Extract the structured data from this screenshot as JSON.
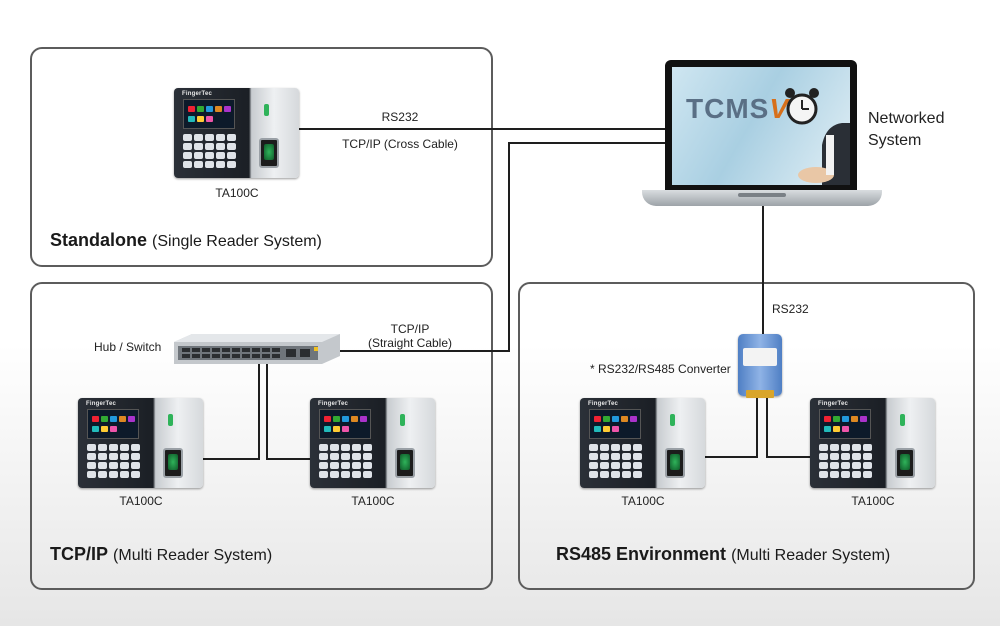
{
  "laptop": {
    "label_line1": "Networked",
    "label_line2": "System",
    "screen_logo": "TCMS",
    "screen_logo_version": "V3"
  },
  "panels": {
    "standalone": {
      "title_bold": "Standalone",
      "title_sub": "(Single Reader System)",
      "device_label": "TA100C",
      "link_label_1": "RS232",
      "link_label_2": "TCP/IP (Cross Cable)"
    },
    "tcpip": {
      "title_bold": "TCP/IP",
      "title_sub": "(Multi Reader System)",
      "hub_label": "Hub / Switch",
      "link_label_1": "TCP/IP",
      "link_label_2": "(Straight Cable)",
      "device_left_label": "TA100C",
      "device_right_label": "TA100C"
    },
    "rs485": {
      "title_bold": "RS485 Environment",
      "title_sub": "(Multi Reader System)",
      "link_label": "RS232",
      "converter_label": "* RS232/RS485 Converter",
      "device_left_label": "TA100C",
      "device_right_label": "TA100C"
    }
  },
  "device_brand": "FingerTec",
  "colors": {
    "panel_border": "#5c5c5c",
    "wire": "#1e1e1e",
    "device_body": "#1b1f25",
    "fingerprint_green": "#2fb35a",
    "converter_blue": "#4f7fc4",
    "logo_orange": "#d7701b"
  }
}
